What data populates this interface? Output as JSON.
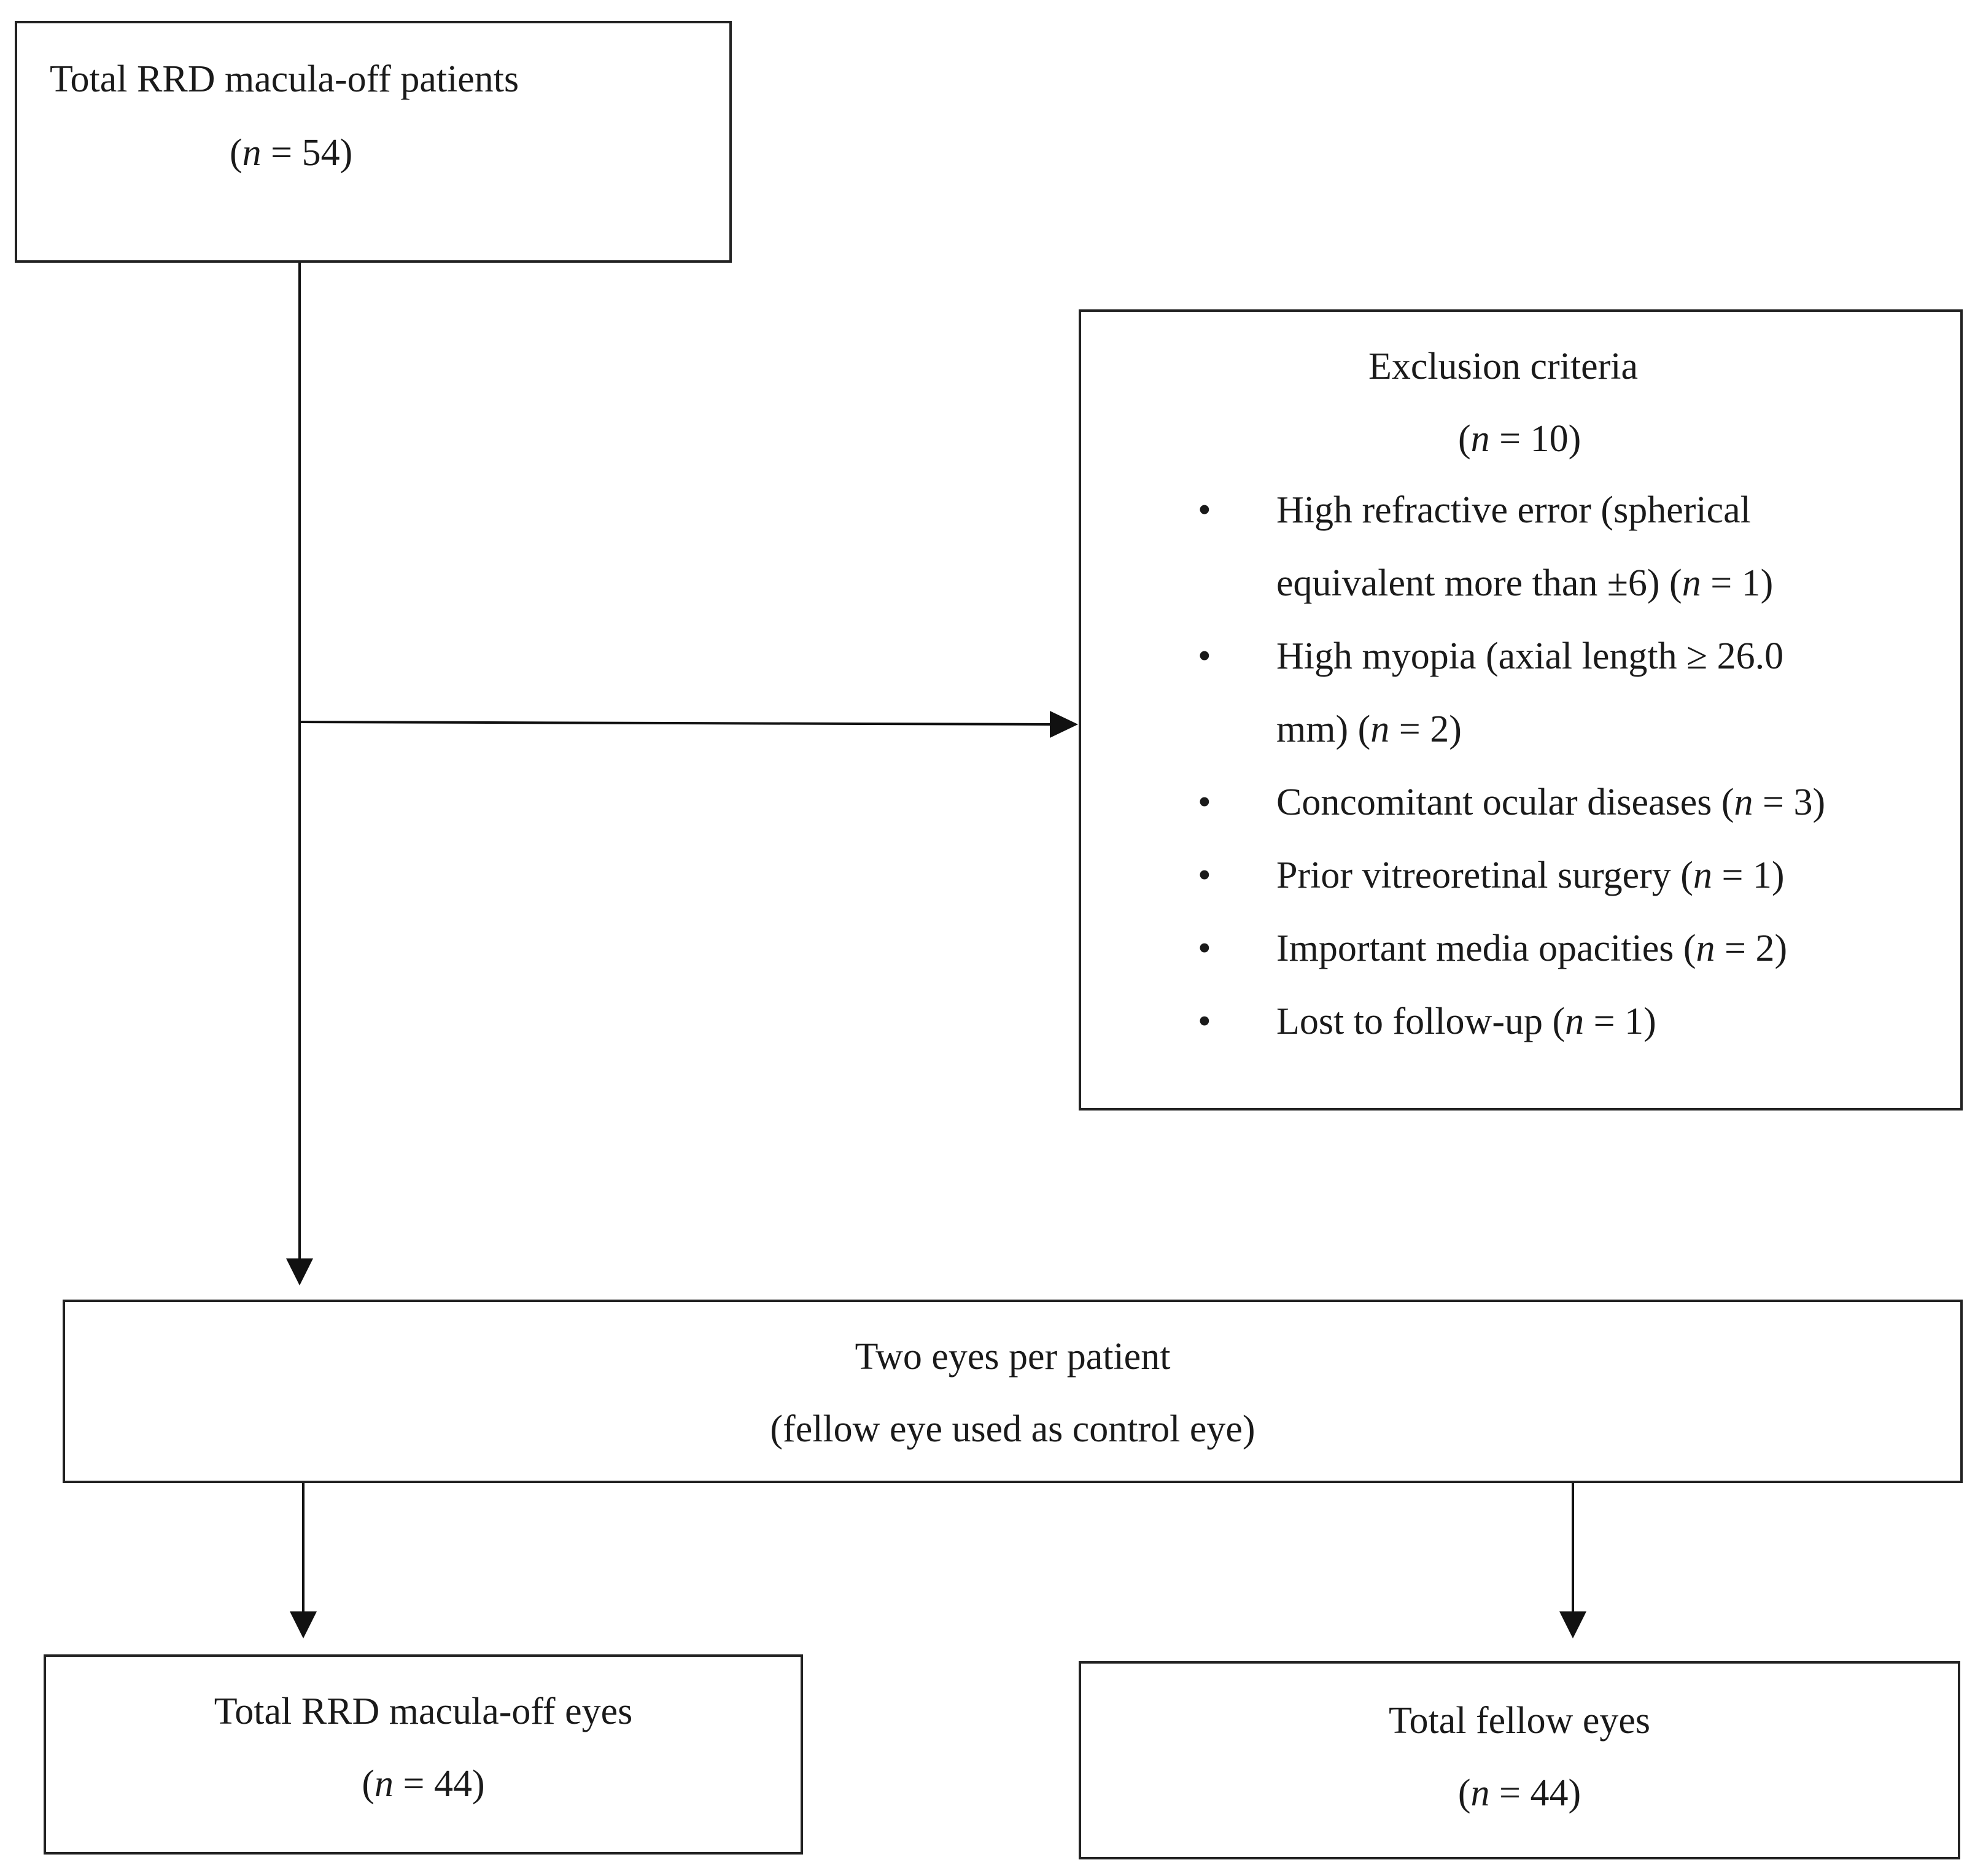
{
  "top_box": {
    "title": "Total RRD macula-off patients",
    "n_label": "n",
    "n_value": "= 54"
  },
  "exclusion": {
    "title": "Exclusion criteria",
    "n_label": "n",
    "n_value": "= 10",
    "items": [
      {
        "line1": "High refractive error (spherical",
        "line2_text": "equivalent more than ±6)",
        "n_label": "n",
        "n_value": "= 1"
      },
      {
        "line1": "High myopia (axial length ≥ 26.0",
        "line2_text": "mm)",
        "n_label": "n",
        "n_value": "= 2"
      },
      {
        "line1": "Concomitant ocular diseases",
        "n_label": "n",
        "n_value": "= 3"
      },
      {
        "line1": "Prior vitreoretinal surgery",
        "n_label": "n",
        "n_value": "= 1"
      },
      {
        "line1": "Important media opacities",
        "n_label": "n",
        "n_value": "= 2"
      },
      {
        "line1": "Lost to follow-up",
        "n_label": "n",
        "n_value": "= 1"
      }
    ]
  },
  "middle_box": {
    "line1": "Two eyes per patient",
    "line2": "(fellow eye used as control eye)"
  },
  "left_bottom": {
    "title": "Total RRD macula-off eyes",
    "n_label": "n",
    "n_value": "= 44"
  },
  "right_bottom": {
    "title": "Total fellow eyes",
    "n_label": "n",
    "n_value": "= 44"
  }
}
